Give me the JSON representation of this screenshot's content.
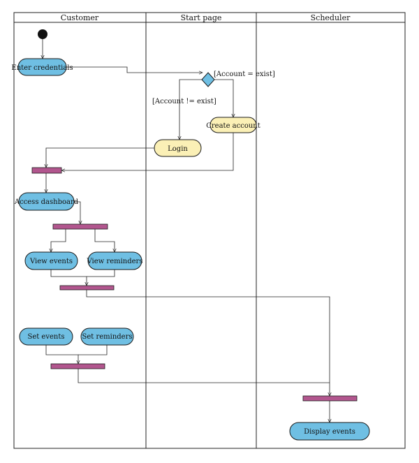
{
  "lanes": {
    "customer": "Customer",
    "start_page": "Start page",
    "scheduler": "Scheduler"
  },
  "actions": {
    "enter_credentials": "Enter credentials",
    "login": "Login",
    "create_account": "Create account",
    "access_dashboard": "Access dashboard",
    "view_events": "View events",
    "view_reminders": "View reminders",
    "set_events": "Set events",
    "set_reminders": "Set reminders",
    "display_events": "Display events"
  },
  "guards": {
    "account_exist": "[Account = exist]",
    "account_not_exist": "[Account != exist]"
  },
  "colors": {
    "action_blue": "#6fbfe3",
    "action_yellow": "#fbf0b6",
    "sync_bar": "#b2568e",
    "decision": "#6fbfe3",
    "initial_node": "#111111"
  }
}
